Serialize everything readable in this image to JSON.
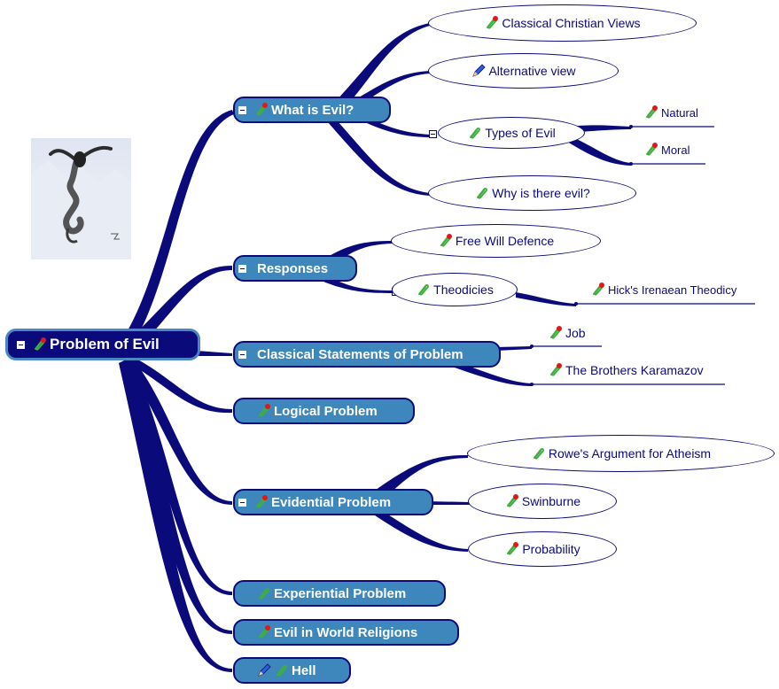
{
  "root": {
    "label": "Problem of Evil"
  },
  "branches": {
    "what_is_evil": {
      "label": "What is Evil?",
      "children": {
        "classical_views": "Classical Christian Views",
        "alternative_view": "Alternative view",
        "types_of_evil": {
          "label": "Types of Evil",
          "natural": "Natural",
          "moral": "Moral"
        },
        "why_evil": "Why is there evil?"
      }
    },
    "responses": {
      "label": "Responses",
      "free_will": "Free Will Defence",
      "theodicies": {
        "label": "Theodicies",
        "hick": "Hick's Irenaean Theodicy"
      }
    },
    "classical_statements": {
      "label": "Classical Statements of Problem",
      "job": "Job",
      "karamazov": "The Brothers Karamazov"
    },
    "logical": {
      "label": "Logical Problem"
    },
    "evidential": {
      "label": "Evidential Problem",
      "rowe": "Rowe's Argument for Atheism",
      "swinburne": "Swinburne",
      "probability": "Probability"
    },
    "experiential": {
      "label": "Experiential Problem"
    },
    "world_religions": {
      "label": "Evil in World Religions"
    },
    "hell": {
      "label": "Hell"
    }
  },
  "colors": {
    "branch": "#0b0a7a",
    "topic_fill": "#3e87bd",
    "root_fill": "#0b0a7a",
    "clip_green": "#3fae3f",
    "pin_red": "#e01818",
    "pencil_blue": "#2a5fd8"
  },
  "icons": [
    "paperclip-icon",
    "pushpin-icon",
    "pencil-icon",
    "collapse-icon"
  ]
}
